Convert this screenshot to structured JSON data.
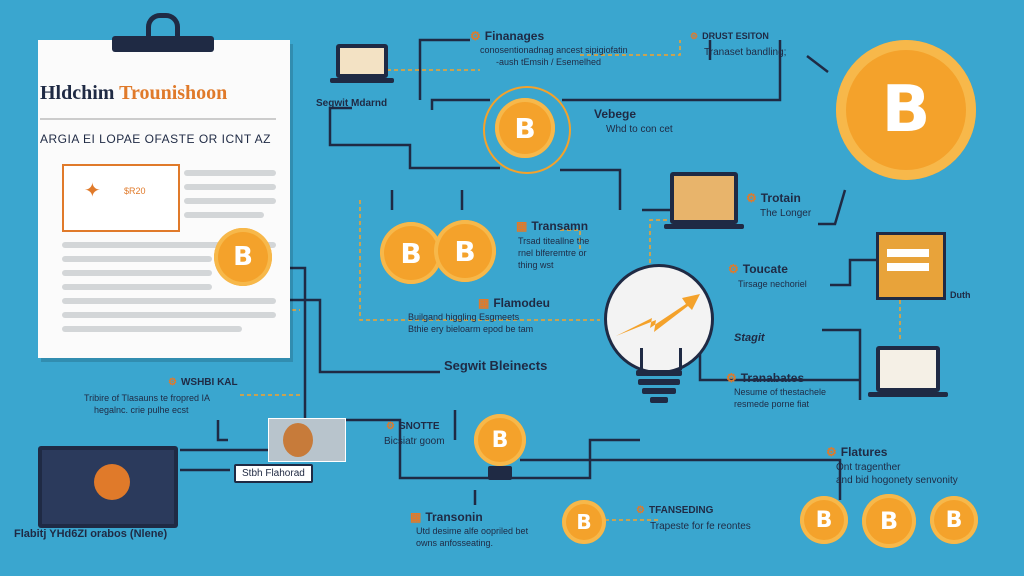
{
  "document": {
    "title_prefix": "Hldchim",
    "title_main": "Trounishoon",
    "subtitle": "ARGIA EI LOPAE OFASTE OR ICNT AZ",
    "thumb_label": "$R20"
  },
  "nodes": {
    "finanages": {
      "title": "Finanages",
      "text1": "conosentionadnag ancest sipigiofatin",
      "text2": "-aush tEmsih / Esemelhed"
    },
    "segwit_top": {
      "title": "Segwit Mdarnd"
    },
    "drust": {
      "title": "DRUST ESITON",
      "text": "Tranaset bandling;"
    },
    "vebege": {
      "title": "Vebege",
      "text": "Whd to con cet"
    },
    "transamn": {
      "title": "Transamn",
      "text1": "Trsad titeallne  the",
      "text2": "rnel blferemtre or",
      "text3": "thing wst"
    },
    "trotain": {
      "title": "Trotain",
      "text": "The Longer"
    },
    "toucate": {
      "title": "Toucate",
      "text": "Tirsage nechoriel"
    },
    "flamodeu": {
      "title": "Flamodeu",
      "text1": "Builgand higgling Esgmeets",
      "text2": "Bthie ery bieloarm epod be tam"
    },
    "segwit_biz": {
      "title": "Segwit Bleinects"
    },
    "stagit": {
      "title": "Stagit"
    },
    "wshbi": {
      "title": "WSHBI KAL",
      "text1": "Tribire of Tlasauns te fropred IA",
      "text2": "hegalnc. crie pulhe ecst"
    },
    "snotte": {
      "title": "SNOTTE",
      "text": "Bicsiatr goom"
    },
    "tranabates": {
      "title": "Tranabates",
      "text1": "Nesume of thestachele",
      "text2": "resmede porne fiat"
    },
    "flatures": {
      "title": "Flatures",
      "text1": "Ont tragenther",
      "text2": "and bid hogonety senvonity"
    },
    "stbh": {
      "title": "Stbh Flahorad"
    },
    "bottom_left": {
      "title": "Flabitj YHd6ZI orabos (Nlene)"
    },
    "transonin": {
      "title": "Transonin",
      "text1": "Utd desime alfe oopriled bet",
      "text2": "owns anfosseating."
    },
    "tfanseding": {
      "title": "TFANSEDING",
      "text": "Trapeste for fe reontes"
    },
    "duth": {
      "title": "Duth"
    }
  },
  "coin_symbol": "B",
  "colors": {
    "background": "#3aa6cf",
    "navy": "#1f2a44",
    "coin": "#f4a22b",
    "accent": "#e07a2a"
  }
}
